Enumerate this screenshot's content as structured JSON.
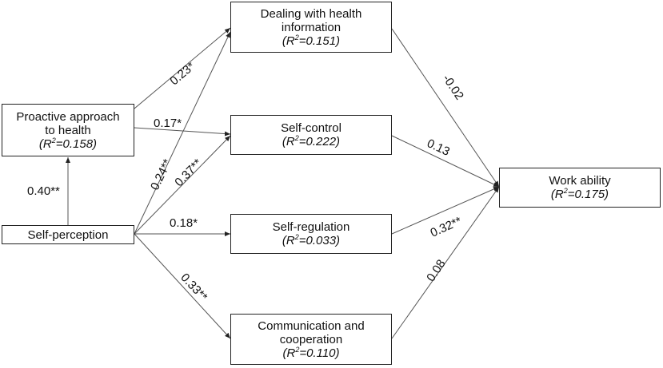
{
  "nodes": {
    "dealing": {
      "line1": "Dealing with health",
      "line2": "information",
      "r2_prefix": "(R",
      "r2_value": "=0.151)"
    },
    "proactive": {
      "line1": "Proactive approach",
      "line2": "to health",
      "r2_prefix": "(R",
      "r2_value": "=0.158)"
    },
    "selfcontrol": {
      "line1": "Self-control",
      "r2_prefix": "(R",
      "r2_value": "=0.222)"
    },
    "workability": {
      "line1": "Work ability",
      "r2_prefix": "(R",
      "r2_value": "=0.175)"
    },
    "selfperception": {
      "line1": "Self-perception"
    },
    "selfregulation": {
      "line1": "Self-regulation",
      "r2_prefix": "(R",
      "r2_value": "=0.033)"
    },
    "communication": {
      "line1": "Communication and",
      "line2": "cooperation",
      "r2_prefix": "(R",
      "r2_value": "=0.110)"
    }
  },
  "sup": "2",
  "edges": {
    "sp_proactive": "0.40**",
    "proactive_dealing": "0.23*",
    "proactive_selfcontrol": "0.17*",
    "sp_dealing": "0.24**",
    "sp_selfcontrol": "0.37**",
    "sp_selfregulation": "0.18*",
    "sp_communication": "0.33**",
    "dealing_work": "-0.02",
    "selfcontrol_work": "0.13",
    "selfregulation_work": "0.32**",
    "communication_work": "0.08"
  }
}
